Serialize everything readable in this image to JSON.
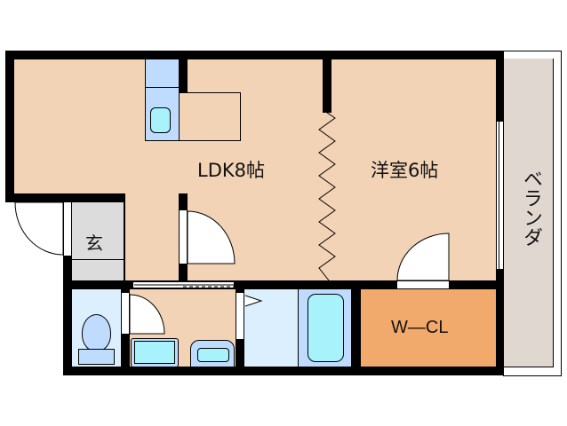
{
  "floorplan": {
    "rooms": {
      "ldk": {
        "label": "LDK8帖",
        "color": "#f2d3b6"
      },
      "western_room": {
        "label": "洋室6帖",
        "color": "#f2d3b6"
      },
      "entrance": {
        "label": "玄",
        "color": "#dcdcdc"
      },
      "walk_in_closet": {
        "label": "W—CL",
        "color": "#f2aa6c"
      },
      "balcony": {
        "label": "ベランダ",
        "color": "#e0d8d0"
      },
      "toilet": {
        "color": "#dcefff"
      },
      "washroom": {
        "color": "#f2d3b6"
      },
      "bathroom": {
        "color": "#dcefff"
      }
    },
    "colors": {
      "wall": "#000000",
      "fixture_blue": "#bfdcff",
      "fixture_cyan": "#a8f2fc",
      "kitchen_blue": "#bfdcff"
    }
  }
}
